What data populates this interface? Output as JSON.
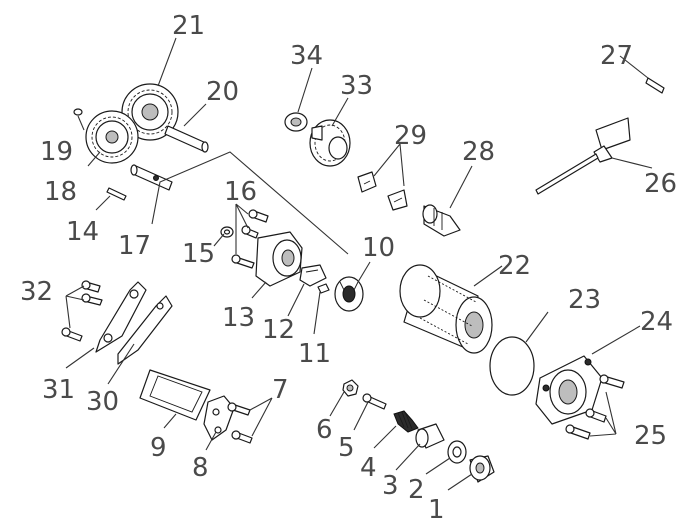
{
  "callouts": [
    {
      "id": "1",
      "label": "1"
    },
    {
      "id": "2",
      "label": "2"
    },
    {
      "id": "3",
      "label": "3"
    },
    {
      "id": "4",
      "label": "4"
    },
    {
      "id": "5",
      "label": "5"
    },
    {
      "id": "6",
      "label": "6"
    },
    {
      "id": "7",
      "label": "7"
    },
    {
      "id": "8",
      "label": "8"
    },
    {
      "id": "9",
      "label": "9"
    },
    {
      "id": "10",
      "label": "10"
    },
    {
      "id": "11",
      "label": "11"
    },
    {
      "id": "12",
      "label": "12"
    },
    {
      "id": "13",
      "label": "13"
    },
    {
      "id": "14",
      "label": "14"
    },
    {
      "id": "15",
      "label": "15"
    },
    {
      "id": "16",
      "label": "16"
    },
    {
      "id": "17",
      "label": "17"
    },
    {
      "id": "18",
      "label": "18"
    },
    {
      "id": "19",
      "label": "19"
    },
    {
      "id": "20",
      "label": "20"
    },
    {
      "id": "21",
      "label": "21"
    },
    {
      "id": "22",
      "label": "22"
    },
    {
      "id": "23",
      "label": "23"
    },
    {
      "id": "24",
      "label": "24"
    },
    {
      "id": "25",
      "label": "25"
    },
    {
      "id": "26",
      "label": "26"
    },
    {
      "id": "27",
      "label": "27"
    },
    {
      "id": "28",
      "label": "28"
    },
    {
      "id": "29",
      "label": "29"
    },
    {
      "id": "30",
      "label": "30"
    },
    {
      "id": "31",
      "label": "31"
    },
    {
      "id": "32",
      "label": "32"
    },
    {
      "id": "33",
      "label": "33"
    },
    {
      "id": "34",
      "label": "34"
    }
  ]
}
